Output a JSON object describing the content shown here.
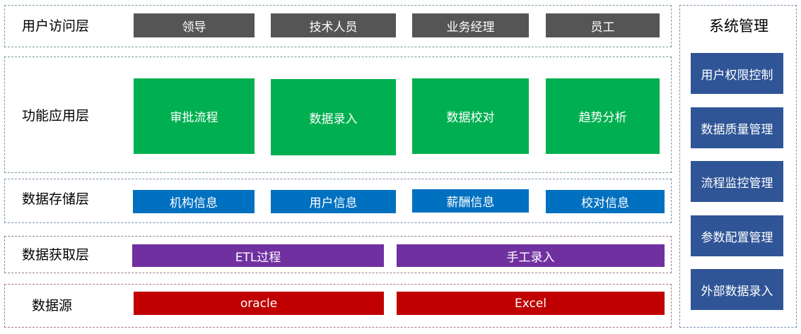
{
  "layers": {
    "access": {
      "label": "用户访问层",
      "items": [
        "领导",
        "技术人员",
        "业务经理",
        "员工"
      ]
    },
    "function": {
      "label": "功能应用层",
      "items": [
        "审批流程",
        "数据录入",
        "数据校对",
        "趋势分析"
      ]
    },
    "storage": {
      "label": "数据存储层",
      "items": [
        "机构信息",
        "用户信息",
        "薪酬信息",
        "校对信息"
      ]
    },
    "acquisition": {
      "label": "数据获取层",
      "items": [
        "ETL过程",
        "手工录入"
      ]
    },
    "source": {
      "label": "数据源",
      "items": [
        "oracle",
        "Excel"
      ]
    }
  },
  "system": {
    "title": "系统管理",
    "items": [
      "用户权限控制",
      "数据质量管理",
      "流程监控管理",
      "参数配置管理",
      "外部数据录入"
    ]
  },
  "colors": {
    "access": "#555555",
    "function": "#00b050",
    "storage": "#0070c0",
    "acquisition": "#7030a0",
    "source": "#c00000",
    "system": "#2f5597"
  }
}
